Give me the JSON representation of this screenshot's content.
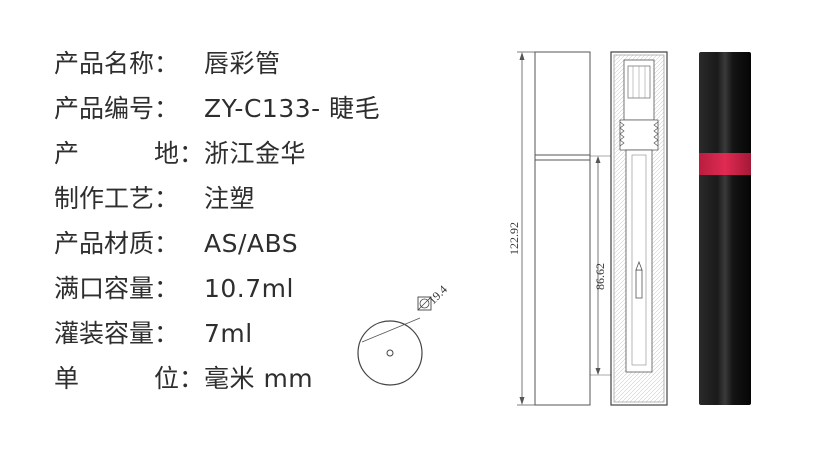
{
  "specs": [
    {
      "label": "产品名称",
      "value": "唇彩管"
    },
    {
      "label": "产品编号",
      "value": "ZY-C133- 睫毛"
    },
    {
      "label": "产",
      "label2": "地",
      "value": "浙江金华"
    },
    {
      "label": "制作工艺",
      "value": "注塑"
    },
    {
      "label": "产品材质",
      "value": "AS/ABS"
    },
    {
      "label": "满口容量",
      "value": "10.7ml"
    },
    {
      "label": "灌装容量",
      "value": "7ml"
    },
    {
      "label": "单",
      "label2": "位",
      "value": "毫米 mm"
    }
  ],
  "separator": "：",
  "dimensions": {
    "height": "122.92",
    "inner_height": "86.62",
    "diameter": "19.4"
  },
  "colors": {
    "tube_body": "#111111",
    "tube_band": "#d5234a"
  }
}
